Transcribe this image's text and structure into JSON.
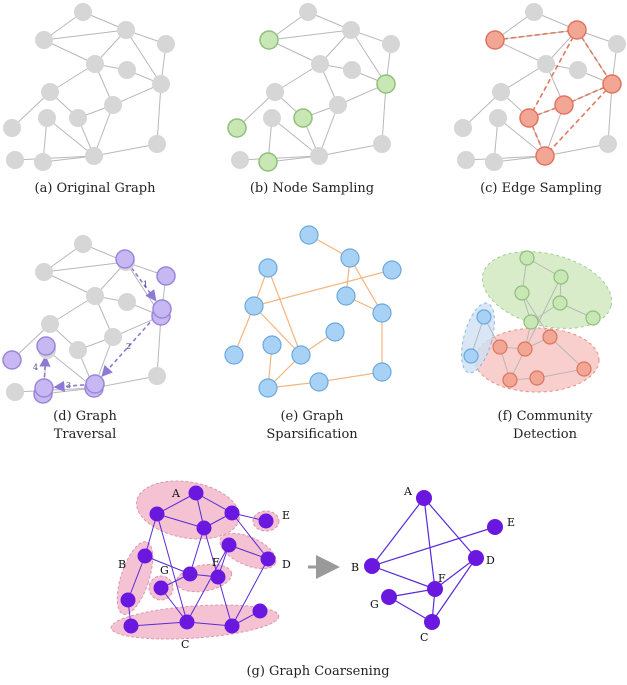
{
  "colors": {
    "gray_node": "#d6d6d6",
    "gray_edge": "#b8b8b8",
    "green_fill": "#c9e6b5",
    "green_stroke": "#8ec07a",
    "red_fill": "#f2a795",
    "red_stroke": "#e0735f",
    "red_edge": "#e07a60",
    "purple_fill": "#c7b7f2",
    "purple_stroke": "#9b86d9",
    "purple_edge": "#8e7ad6",
    "blue_fill": "#a8d2f5",
    "blue_stroke": "#6aa8de",
    "orange_edge": "#f3b57f",
    "comm_green_fill": "#cfe8bd",
    "comm_red_fill": "#f7c4c0",
    "comm_blue_fill": "#cfe0f3",
    "coarse_node": "#6a18e0",
    "coarse_edge": "#5a2ad8",
    "coarse_hull": "#f4c2d2",
    "coarse_hull_stroke": "#d89aae",
    "arrow": "#9a9a9a"
  },
  "panels": [
    {
      "id": "a",
      "caption": "(a) Original Graph"
    },
    {
      "id": "b",
      "caption": "(b) Node Sampling"
    },
    {
      "id": "c",
      "caption": "(c) Edge Sampling"
    },
    {
      "id": "d",
      "caption_lines": [
        "(d) Graph",
        "Traversal"
      ]
    },
    {
      "id": "e",
      "caption_lines": [
        "(e) Graph",
        "Sparsification"
      ]
    },
    {
      "id": "f",
      "caption_lines": [
        "(f) Community",
        "Detection"
      ]
    },
    {
      "id": "g",
      "caption": "(g) Graph Coarsening"
    }
  ],
  "traversal_steps": [
    "1",
    "2",
    "3",
    "4"
  ],
  "coarse_labels": [
    "A",
    "B",
    "C",
    "D",
    "E",
    "F",
    "G"
  ]
}
